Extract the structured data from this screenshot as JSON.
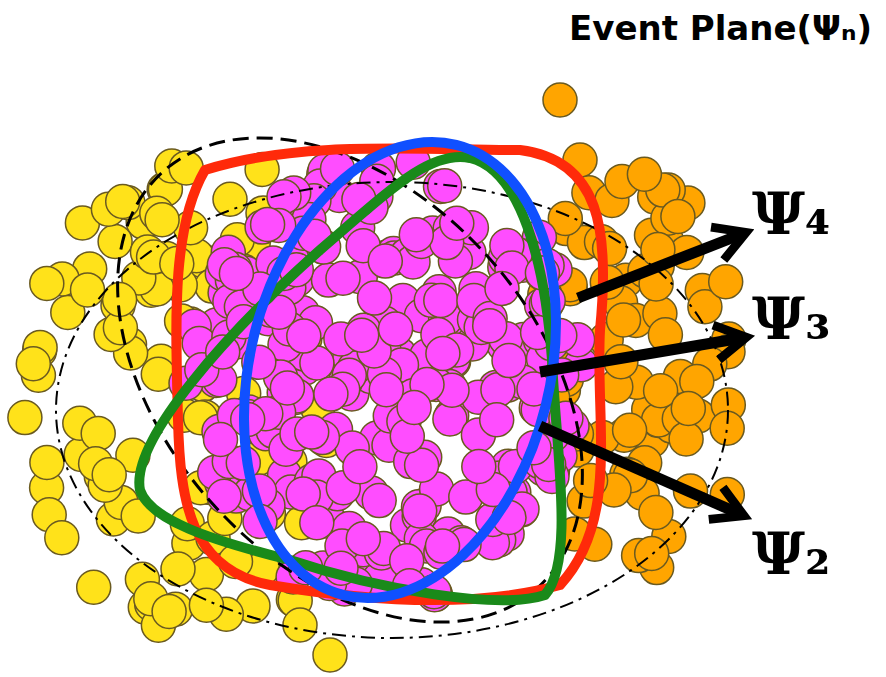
{
  "diagram": {
    "title": "Event Plane(Ψₙ)",
    "labels": [
      "Ψ₄",
      "Ψ₃",
      "Ψ₂"
    ]
  }
}
